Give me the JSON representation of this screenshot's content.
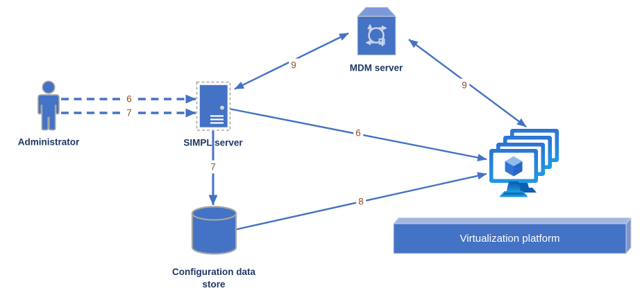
{
  "diagram": {
    "nodes": {
      "administrator": {
        "label": "Administrator",
        "icon": "person-icon"
      },
      "simpl_server": {
        "label": "SIMPL server",
        "icon": "server-tower-icon",
        "selected": true
      },
      "mdm_server": {
        "label": "MDM server",
        "icon": "router-box-icon"
      },
      "config_store": {
        "label": "Configuration data store",
        "icon": "database-cylinder-icon"
      },
      "virtualization_platform": {
        "label": "Virtualization platform",
        "icon": "vm-monitor-stack-icon"
      }
    },
    "edges": [
      {
        "from": "administrator",
        "to": "simpl_server",
        "label": "6",
        "style": "dashed-arrow"
      },
      {
        "from": "administrator",
        "to": "simpl_server",
        "label": "7",
        "style": "dashed-arrow"
      },
      {
        "from": "simpl_server",
        "to": "mdm_server",
        "label": "9",
        "style": "double-arrow"
      },
      {
        "from": "mdm_server",
        "to": "virtualization_platform",
        "label": "9",
        "style": "double-arrow"
      },
      {
        "from": "simpl_server",
        "to": "virtualization_platform",
        "label": "6",
        "style": "arrow"
      },
      {
        "from": "simpl_server",
        "to": "config_store",
        "label": "7",
        "style": "arrow"
      },
      {
        "from": "config_store",
        "to": "virtualization_platform",
        "label": "8",
        "style": "arrow"
      }
    ],
    "colors": {
      "shape_blue": "#4472C4",
      "shape_top_light": "#8FA9DC",
      "outline_gray": "#A6A6A6",
      "node_label_text": "#1F3864",
      "edge_number_text": "#8F4E22",
      "edge_line": "#4472C4",
      "monitor_border_top": "#2B74D2",
      "monitor_border_bottom": "#1F98E5",
      "monitor_screen": "#FFFFFF",
      "cube_top": "#8FBCEE",
      "cube_left": "#2F74D4",
      "cube_right": "#2765C6",
      "platform_text": "#FFFFFF",
      "mdm_glyph": "#C8D2E8",
      "background": "#FFFFFF"
    }
  }
}
